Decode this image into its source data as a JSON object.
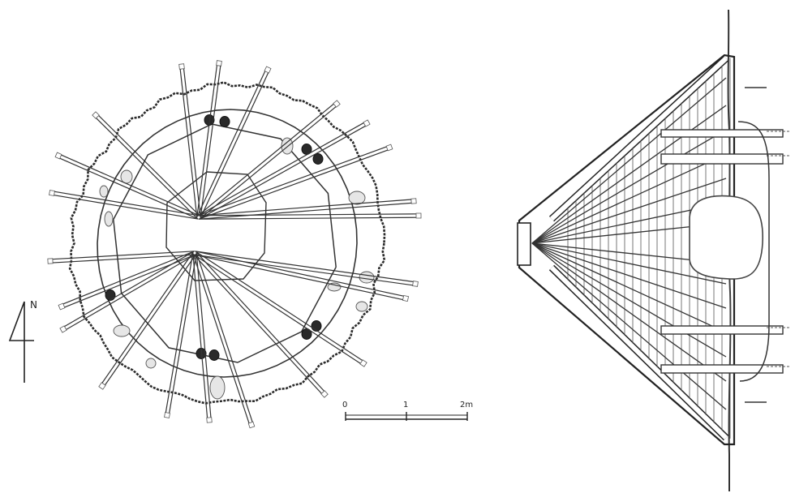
{
  "north_arrow": {
    "label": "N"
  },
  "scale_bar": {
    "ticks": [
      "0",
      "1",
      "2m"
    ]
  }
}
